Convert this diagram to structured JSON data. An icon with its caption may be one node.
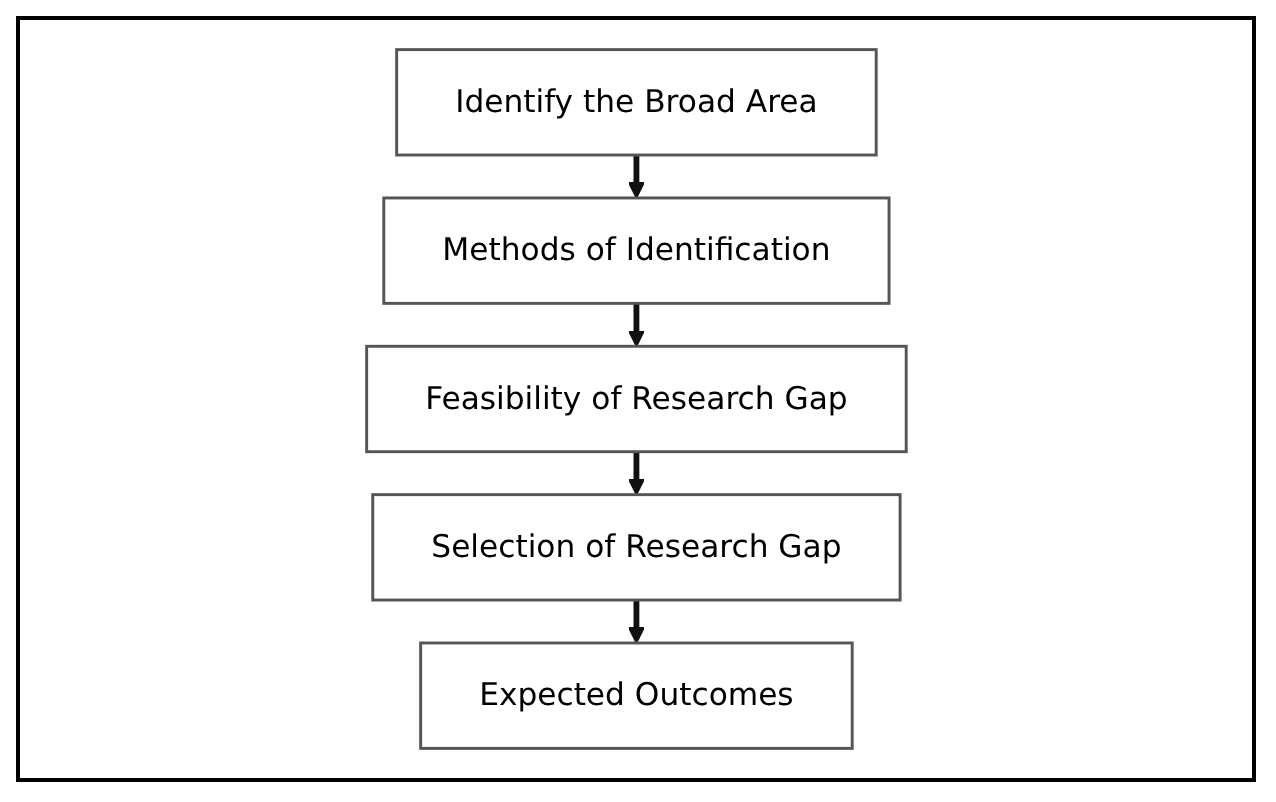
{
  "diagram": {
    "nodes": [
      {
        "text": [
          "Identify the Broad Area"
        ]
      },
      {
        "text": [
          "Methods of Identification"
        ]
      },
      {
        "text": [
          "Feasibility of Research Gap"
        ]
      },
      {
        "text": [
          "Selection of Research Gap"
        ]
      },
      {
        "text": [
          "Expected Outcomes"
        ]
      }
    ],
    "edges": [
      {
        "from": 0,
        "to": 1,
        "arrow": "to"
      },
      {
        "from": 1,
        "to": 2,
        "arrow": "to"
      },
      {
        "from": 2,
        "to": 3,
        "arrow": "to"
      },
      {
        "from": 3,
        "to": 4,
        "arrow": "to"
      }
    ]
  }
}
